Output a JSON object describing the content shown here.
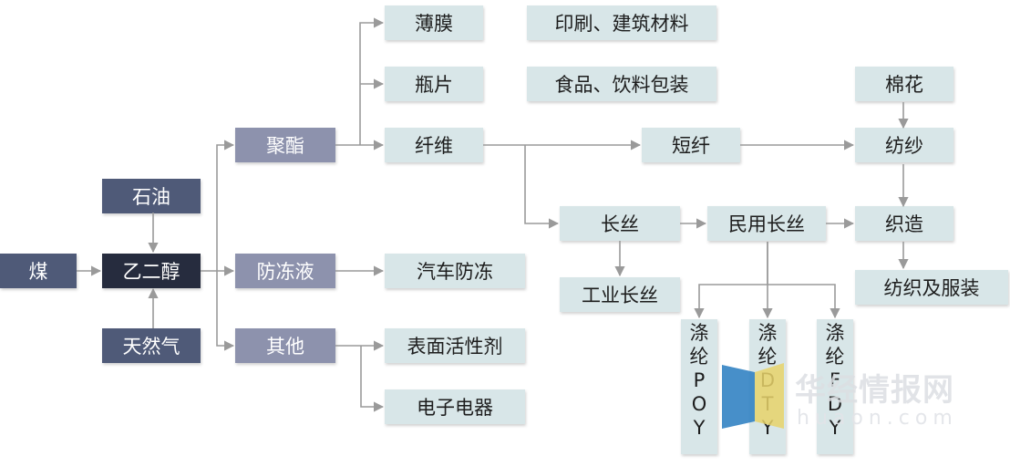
{
  "diagram": {
    "sources": {
      "coal": "煤",
      "petroleum": "石油",
      "natural_gas": "天然气",
      "ethylene_glycol": "乙二醇"
    },
    "applications": {
      "polyester": "聚酯",
      "antifreeze": "防冻液",
      "other": "其他"
    },
    "polyester_products": {
      "film": "薄膜",
      "bottle_chip": "瓶片",
      "fiber": "纤维"
    },
    "end_uses": {
      "printing_building": "印刷、建筑材料",
      "food_beverage_packaging": "食品、饮料包装",
      "auto_antifreeze": "汽车防冻",
      "surfactant": "表面活性剂",
      "electronics": "电子电器"
    },
    "fiber_chain": {
      "staple_fiber": "短纤",
      "filament": "长丝",
      "civil_filament": "民用长丝",
      "industrial_filament": "工业长丝",
      "cotton": "棉花",
      "spinning": "纺纱",
      "weaving": "织造",
      "textiles_apparel": "纺织及服装"
    },
    "filament_types": [
      {
        "chars": [
          "涤",
          "纶",
          "P",
          "O",
          "Y"
        ]
      },
      {
        "chars": [
          "涤",
          "纶",
          "D",
          "T",
          "Y"
        ]
      },
      {
        "chars": [
          "涤",
          "纶",
          "F",
          "D",
          "Y"
        ]
      }
    ]
  },
  "watermark": {
    "cn": "华经情报网",
    "url": "huaon.com"
  },
  "colors": {
    "node_light": "#d8e6e8",
    "node_navy": "#4f5a78",
    "node_lavender": "#8d92ad",
    "node_dark": "#262c3e",
    "connector": "#9a9a9a",
    "watermark_blue": "#2e7fc1",
    "watermark_yellow": "#e8d26a"
  }
}
